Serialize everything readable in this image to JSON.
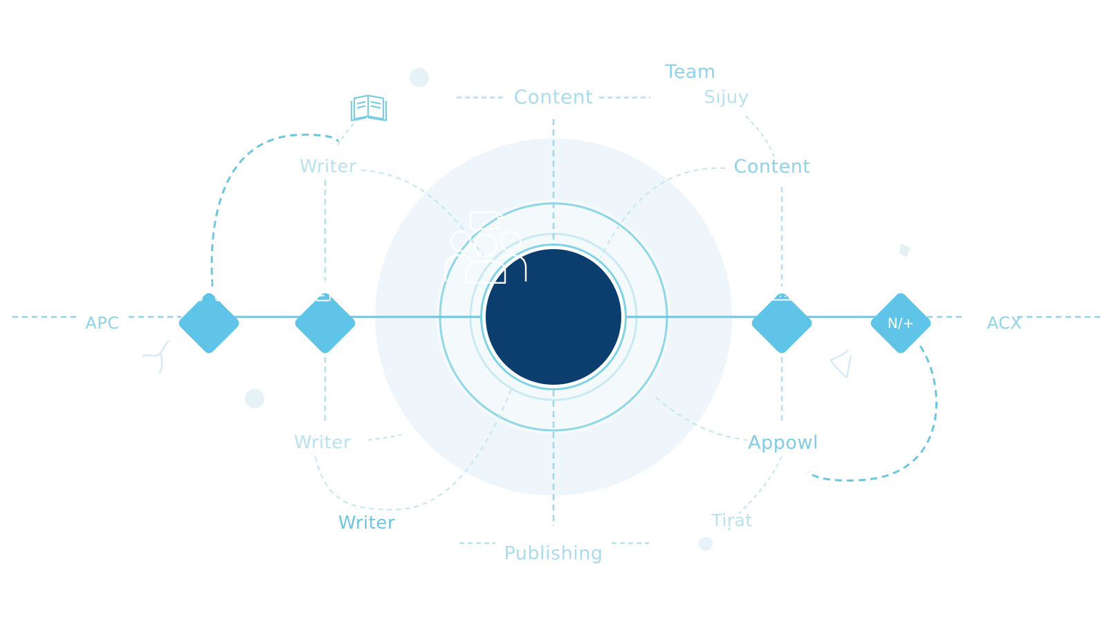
{
  "colors": {
    "hub": "#0b3d6e",
    "node": "#5fc4e8",
    "line": "#6cc6e0",
    "faint_line": "#b5e0ee",
    "halo": "#eef6fb",
    "label": "#9bd7ea",
    "label_strong": "#6ec5e2"
  },
  "center": {
    "icon": "team-collaboration-icon"
  },
  "axis_labels": {
    "left": "APC",
    "right": "ACX"
  },
  "labels": {
    "content_top": "Content",
    "team": "Team",
    "sujuy": "Sıjuy",
    "writer_upper": "Writer",
    "content_right": "Content",
    "writer_lower": "Writer",
    "writer_bottom": "Writer",
    "appowl": "Appowl",
    "tirat": "Tiŗat",
    "publishing": "Publishing"
  },
  "nodes": [
    {
      "id": "workflow",
      "icon": "workflow-icon"
    },
    {
      "id": "document",
      "icon": "document-edit-icon"
    },
    {
      "id": "publish-machine",
      "icon": "press-icon"
    },
    {
      "id": "formula",
      "icon": "formula-icon",
      "glyph": "N/+"
    }
  ],
  "decor": {
    "book_icon": "open-book-icon"
  }
}
